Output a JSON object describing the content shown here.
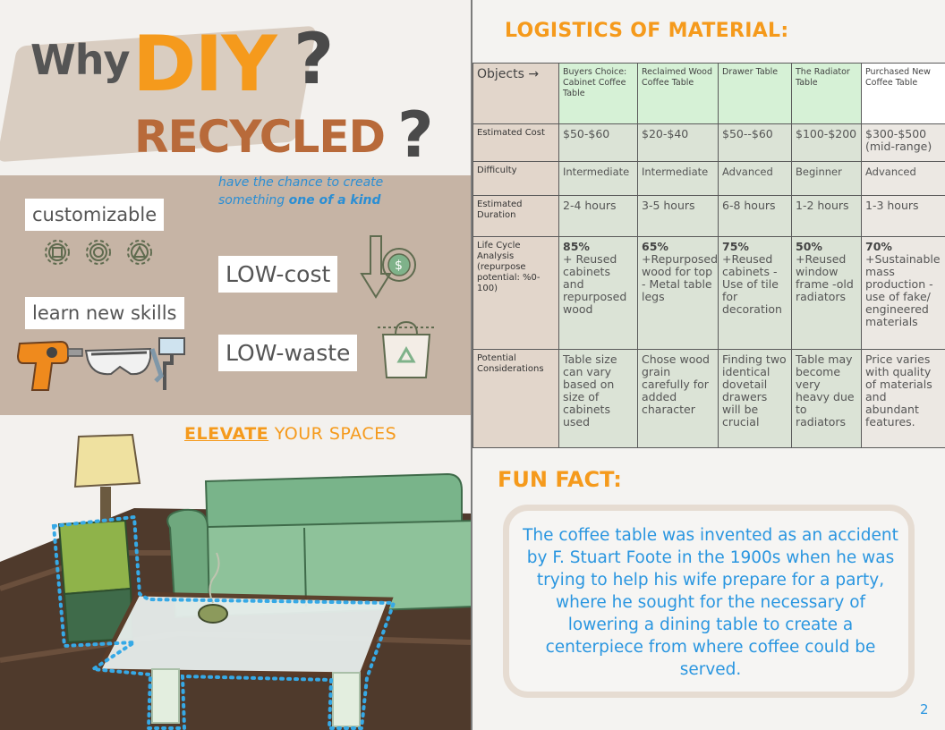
{
  "hero": {
    "why": "Why",
    "diy": "DIY",
    "q1": "?",
    "recycled": "RECYCLED",
    "q2": "?"
  },
  "tagline": {
    "line1": "have the chance to create",
    "line2_prefix": "something ",
    "line2_bold": "one of a kind"
  },
  "benefits": {
    "customizable": "customizable",
    "learn": "learn new skills",
    "cost": "LOW-cost",
    "waste": "LOW-waste"
  },
  "elevate": {
    "bold": "ELEVATE",
    "rest": " YOUR SPACES"
  },
  "logistics": {
    "title": "LOGISTICS OF MATERIAL:",
    "corner": "Objects →",
    "columns": [
      "Buyers Choice: Cabinet Coffee Table",
      "Reclaimed Wood Coffee Table",
      "Drawer Table",
      "The Radiator Table",
      "Purchased New Coffee Table"
    ],
    "rows": [
      {
        "label": "Estimated Cost",
        "cells": [
          "$50-$60",
          "$20-$40",
          "$50--$60",
          "$100-$200",
          "$300-$500 (mid-range)"
        ]
      },
      {
        "label": "Difficulty",
        "cells": [
          "Intermediate",
          "Intermediate",
          "Advanced",
          "Beginner",
          "Advanced"
        ]
      },
      {
        "label": "Estimated Duration",
        "cells": [
          "2-4 hours",
          "3-5 hours",
          "6-8 hours",
          "1-2 hours",
          "1-3 hours"
        ]
      },
      {
        "label": "Life Cycle Analysis (repurpose potential: %0-100)",
        "cells": [
          {
            "pct": "85%",
            "text": "+ Reused cabinets and repurposed wood"
          },
          {
            "pct": "65%",
            "text": "+Repurposed wood for top - Metal table legs"
          },
          {
            "pct": "75%",
            "text": "+Reused cabinets -Use of tile for decoration"
          },
          {
            "pct": "50%",
            "text": "+Reused window frame -old radiators"
          },
          {
            "pct": "70%",
            "text": "+Sustainable mass production -use of fake/ engineered materials"
          }
        ]
      },
      {
        "label": "Potential Considerations",
        "cells": [
          "Table size can vary based on size of cabinets used",
          "Chose wood grain carefully for added character",
          "Finding two identical dovetail drawers will be crucial",
          "Table may become very heavy due to radiators",
          "Price varies with quality of materials and abundant features."
        ]
      }
    ]
  },
  "fun_fact": {
    "title": "FUN FACT:",
    "text": "The coffee table was invented as an accident by F. Stuart Foote in the 1900s when he was trying to help his wife prepare for a party, where he sought for the necessary of lowering a dining table to create a centerpiece from where coffee could be served."
  },
  "page_number": "2",
  "colors": {
    "orange": "#f59a1c",
    "brown": "#b86a3a",
    "blue": "#2a8ed4",
    "tan": "#c6b4a5",
    "green_header": "#d6f1d6"
  },
  "icons": [
    "gears-icon",
    "coin-arrow-icon",
    "recycle-bag-icon",
    "drill-icon",
    "safety-goggles-icon",
    "paint-roller-icon",
    "living-room-illustration"
  ]
}
